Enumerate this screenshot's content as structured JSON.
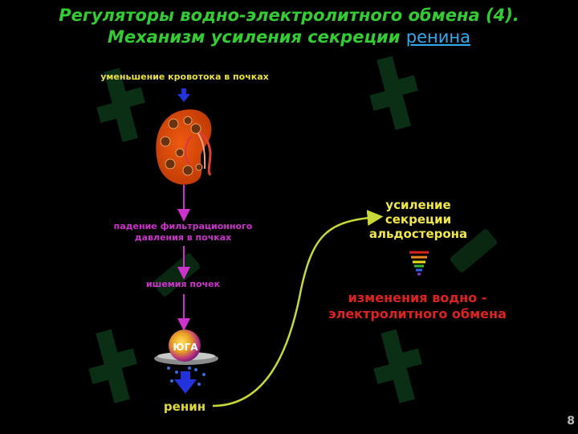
{
  "slide": {
    "title_line1": "Регуляторы водно-электролитного обмена (4).",
    "title_line2_prefix": "Механизм усиления секреции ",
    "title_line2_link": "ренина",
    "page_number": "8"
  },
  "diagram": {
    "trigger": "уменьшение кровотока в почках",
    "step_filtration_line1": "падение фильтрационного",
    "step_filtration_line2": "давления в почках",
    "step_ischemia": "ишемия почек",
    "yuga_label": "ЮГА",
    "renin": "ренин",
    "aldosterone_line1": "усиление",
    "aldosterone_line2": "секреции",
    "aldosterone_line3": "альдостерона",
    "result_line1": "изменения водно -",
    "result_line2": "электролитного обмена"
  },
  "colors": {
    "title": "#33cc33",
    "link": "#33aaee",
    "label_yellow": "#e8e040",
    "label_magenta": "#cc33cc",
    "result_red": "#dd2222",
    "arrow_magenta": "#cc33cc",
    "arrow_blue": "#2233dd",
    "curve_yellow": "#c8d838",
    "watermark": "#0d3a18"
  }
}
